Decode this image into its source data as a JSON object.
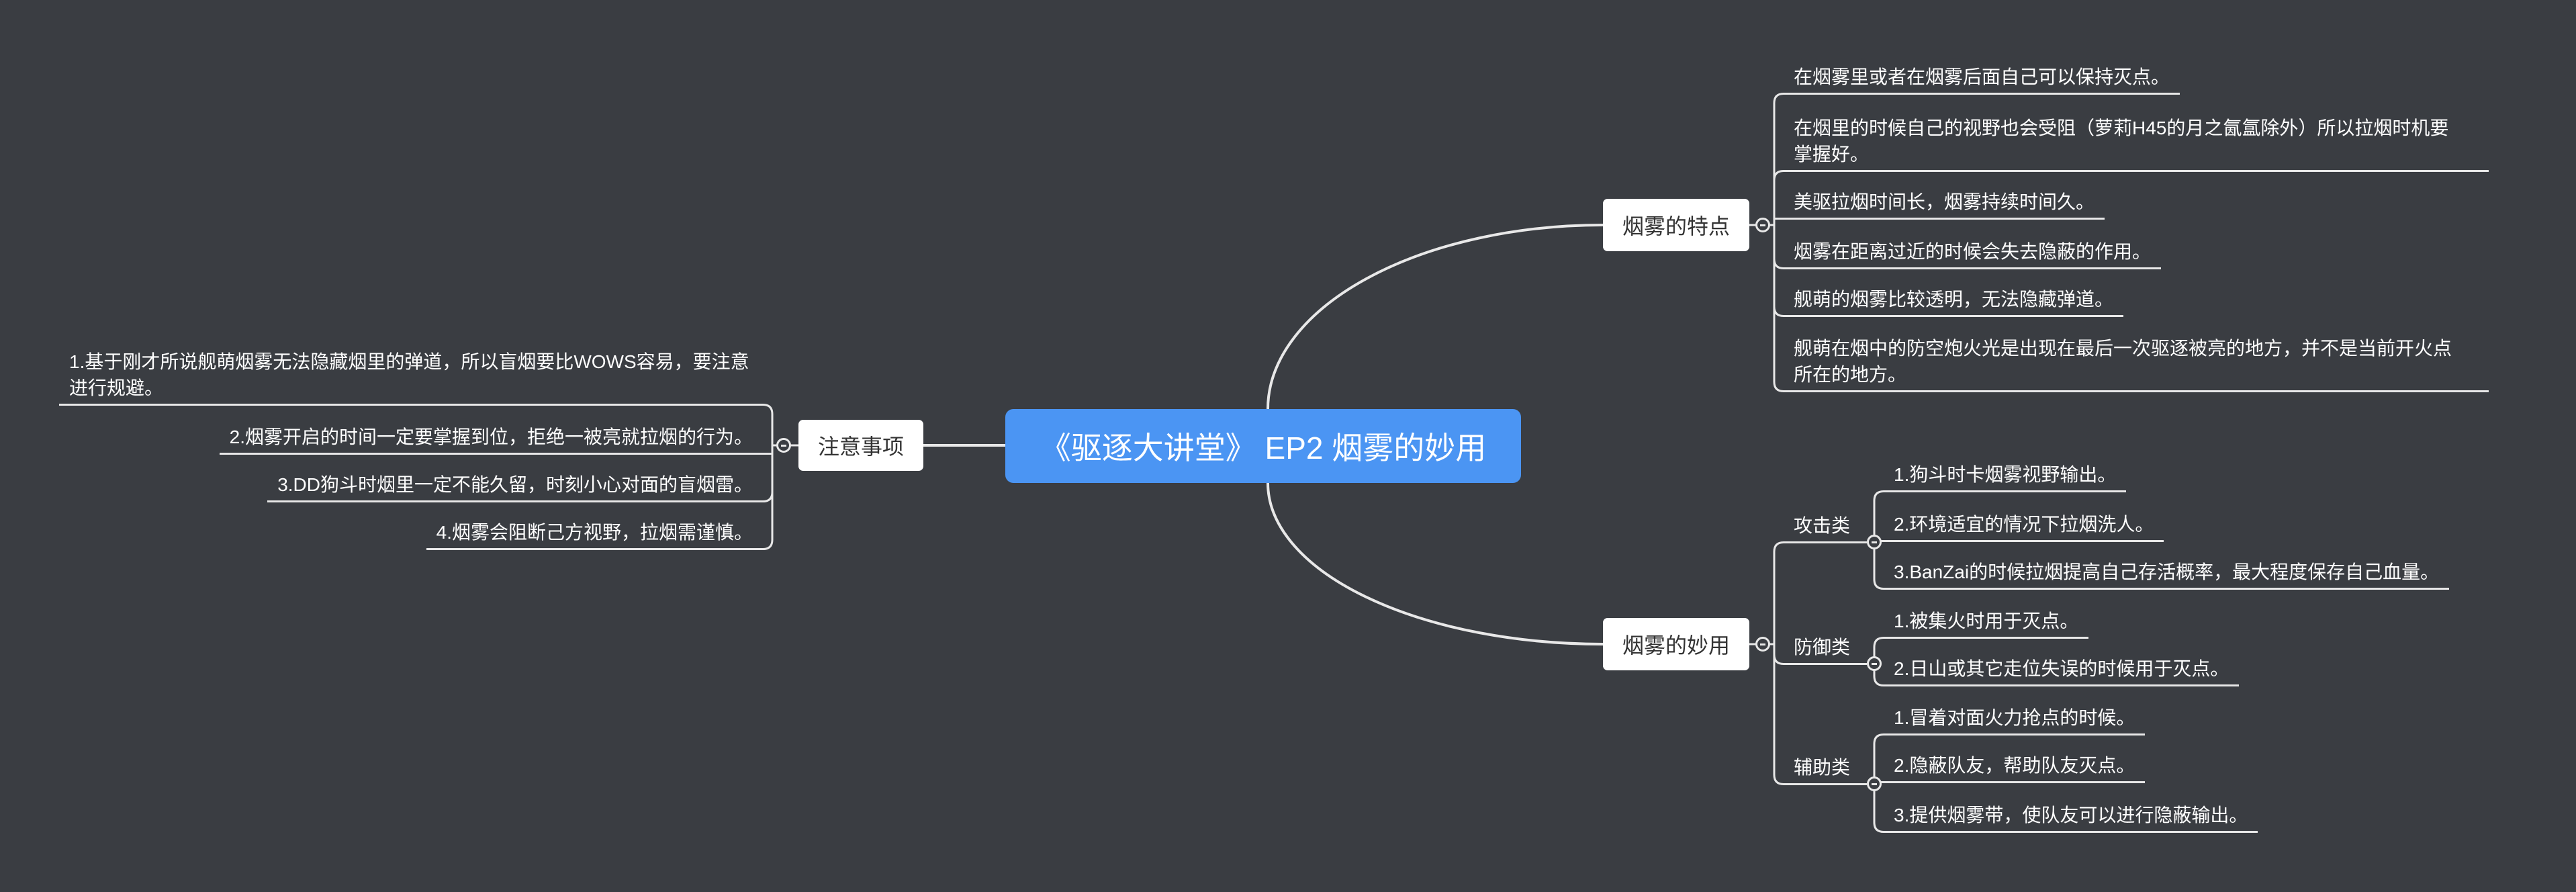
{
  "central_topic": {
    "text": "《驱逐大讲堂》 EP2 烟雾的妙用"
  },
  "features": {
    "label": "烟雾的特点",
    "items": [
      "在烟雾里或者在烟雾后面自己可以保持灭点。",
      "在烟里的时候自己的视野也会受阻（萝莉H45的月之氤氲除外）所以拉烟时机要\n掌握好。",
      "美驱拉烟时间长，烟雾持续时间久。",
      "烟雾在距离过近的时候会失去隐蔽的作用。",
      "舰萌的烟雾比较透明，无法隐藏弹道。",
      "舰萌在烟中的防空炮火光是出现在最后一次驱逐被亮的地方，并不是当前开火点\n所在的地方。"
    ]
  },
  "uses": {
    "label": "烟雾的妙用",
    "categories": [
      {
        "label": "攻击类",
        "items": [
          "1.狗斗时卡烟雾视野输出。",
          "2.环境适宜的情况下拉烟洗人。",
          "3.BanZai的时候拉烟提高自己存活概率，最大程度保存自己血量。"
        ]
      },
      {
        "label": "防御类",
        "items": [
          "1.被集火时用于灭点。",
          "2.日山或其它走位失误的时候用于灭点。"
        ]
      },
      {
        "label": "辅助类",
        "items": [
          "1.冒着对面火力抢点的时候。",
          "2.隐蔽队友，帮助队友灭点。",
          "3.提供烟雾带，使队友可以进行隐蔽输出。"
        ]
      }
    ]
  },
  "notes": {
    "label": "注意事项",
    "items": [
      "1.基于刚才所说舰萌烟雾无法隐藏烟里的弹道，所以盲烟要比WOWS容易，要注意\n进行规避。",
      "2.烟雾开启的时间一定要掌握到位，拒绝一被亮就拉烟的行为。",
      "3.DD狗斗时烟里一定不能久留，时刻小心对面的盲烟雷。",
      "4.烟雾会阻断己方视野，拉烟需谨慎。"
    ]
  },
  "icons": {
    "collapse": "minus-circle-icon"
  },
  "colors": {
    "background": "#3a3d42",
    "central_topic": "#4b95f3",
    "topic_box": "#ffffff",
    "topic_box_text": "#333333",
    "line": "#e8e8e8",
    "text": "#ffffff"
  }
}
